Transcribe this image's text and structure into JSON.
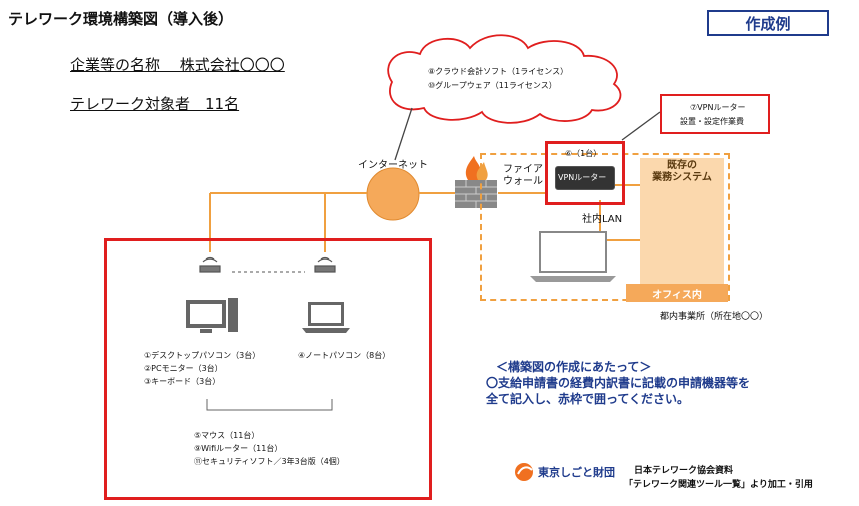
{
  "title": "テレワーク環境構築図（導入後）",
  "badge": "作成例",
  "company": "企業等の名称　 株式会社〇〇〇",
  "target": "テレワーク対象者　11名",
  "cloud": {
    "line1": "⑧クラウド会計ソフト（1ライセンス）",
    "line2": "⑩グループウェア（11ライセンス）"
  },
  "vpn_setup": {
    "line1": "⑦VPNルーター",
    "line2": "設置・設定作業費"
  },
  "internet": "インターネット",
  "firewall": {
    "line1": "ファイア",
    "line2": "ウォール"
  },
  "vpn_router": {
    "count": "⑥（1台）",
    "label": "VPNルーター"
  },
  "lan": "社内LAN",
  "legacy": {
    "line1": "既存の",
    "line2": "業務システム"
  },
  "office_in": "オフィス内",
  "office_location": "都内事業所（所在地〇〇）",
  "devices": {
    "desktop": [
      "①デスクトップパソコン（3台）",
      "②PCモニター（3台）",
      "③キーボード（3台）"
    ],
    "notebook": "④ノートパソコン（8台）",
    "shared": [
      "⑤マウス（11台）",
      "⑨Wifiルーター（11台）",
      "⑪セキュリティソフト／3年3台版（4個）"
    ]
  },
  "notes": {
    "heading": "＜構築図の作成にあたって＞",
    "line1": "〇支給申請書の経費内訳書に記載の申請機器等を",
    "line2": "全て記入し、赤枠で囲ってください。"
  },
  "footer": {
    "logo_text": "東京しごと財団",
    "line1": "日本テレワーク協会資料",
    "line2": "「テレワーク関連ツール一覧」より加工・引用"
  },
  "colors": {
    "red": "#e01e1e",
    "orange": "#f0a040",
    "blue": "#1f3b8c"
  }
}
